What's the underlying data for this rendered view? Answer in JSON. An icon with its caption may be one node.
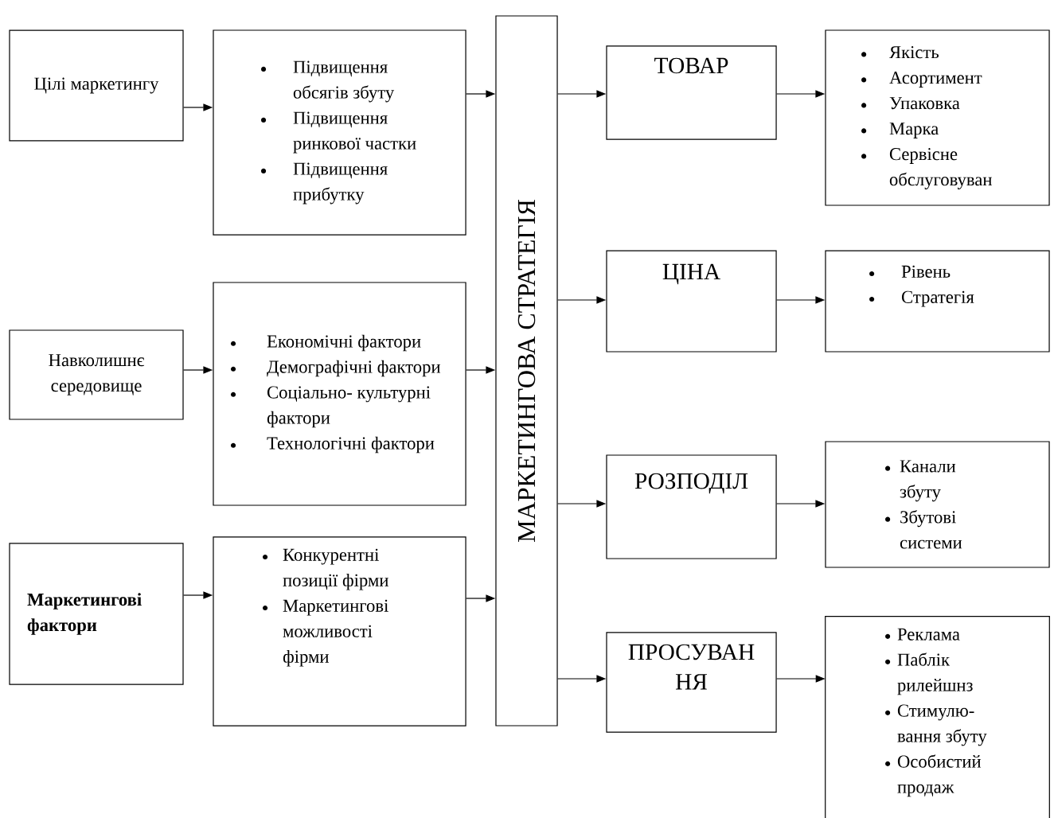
{
  "diagram": {
    "nodes": [
      {
        "text": [
          "Цілі маркетингу"
        ]
      },
      {
        "text": [
          "Підвищення обсягів збуту",
          "Підвищення ринкової частки",
          "Підвищення прибутку"
        ]
      },
      {
        "text": [
          "Навколишнє середовище"
        ]
      },
      {
        "text": [
          "Економічні фактори",
          "Демографічні фактори",
          "Соціально- культурні фактори",
          "Технологічні фактори"
        ]
      },
      {
        "text": [
          "Маркетингові фактори"
        ]
      },
      {
        "text": [
          "Конкурентні позиції фірми",
          "Маркетингові можливості фірми"
        ]
      },
      {
        "text": [
          "МАРКЕТИНГОВА СТРАТЕГІЯ"
        ]
      },
      {
        "text": [
          "ТОВАР"
        ]
      },
      {
        "text": [
          "Якість",
          "Асортимент",
          "Упаковка",
          "Марка",
          "Сервісне обслуговуван"
        ]
      },
      {
        "text": [
          "ЦІНА"
        ]
      },
      {
        "text": [
          "Рівень",
          "Стратегія"
        ]
      },
      {
        "text": [
          "РОЗПОДІЛ"
        ]
      },
      {
        "text": [
          "Канали збуту",
          "Збутові системи"
        ]
      },
      {
        "text": [
          "ПРОСУВАН НЯ"
        ]
      },
      {
        "text": [
          "Реклама",
          "Паблік рилейшнз",
          "Стимулю- вання збуту",
          "Особистий продаж"
        ]
      }
    ],
    "edges": [
      {
        "from": 0,
        "to": 1,
        "arrow": "to"
      },
      {
        "from": 1,
        "to": 6,
        "arrow": "to"
      },
      {
        "from": 2,
        "to": 3,
        "arrow": "to"
      },
      {
        "from": 3,
        "to": 6,
        "arrow": "to"
      },
      {
        "from": 4,
        "to": 5,
        "arrow": "to"
      },
      {
        "from": 5,
        "to": 6,
        "arrow": "to"
      },
      {
        "from": 6,
        "to": 7,
        "arrow": "to"
      },
      {
        "from": 7,
        "to": 8,
        "arrow": "to"
      },
      {
        "from": 6,
        "to": 9,
        "arrow": "to"
      },
      {
        "from": 9,
        "to": 10,
        "arrow": "to"
      },
      {
        "from": 6,
        "to": 11,
        "arrow": "to"
      },
      {
        "from": 11,
        "to": 12,
        "arrow": "to"
      },
      {
        "from": 6,
        "to": 13,
        "arrow": "to"
      },
      {
        "from": 13,
        "to": 14,
        "arrow": "to"
      }
    ]
  }
}
